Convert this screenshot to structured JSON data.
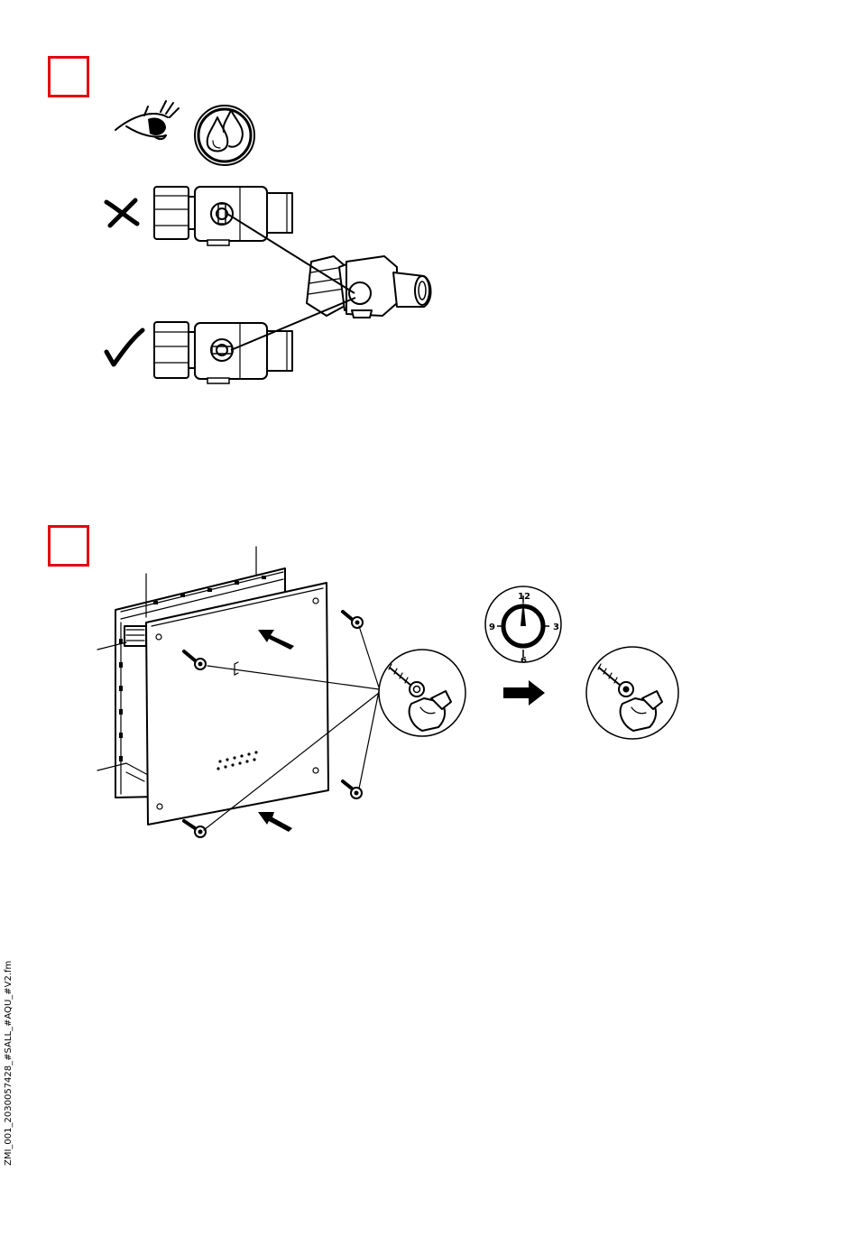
{
  "step1": {
    "icons": [
      "inspect-eye-icon",
      "leak-check-drops-icon",
      "wrong-cross-icon",
      "correct-check-icon"
    ]
  },
  "step2": {
    "clock": {
      "labels": [
        "12",
        "3",
        "6",
        "9"
      ],
      "hand_position": "12"
    },
    "icons": [
      "screw-icon",
      "hand-tightening-icon",
      "right-arrow-icon",
      "push-arrow-icon"
    ]
  },
  "footer": {
    "doc_id": "ZMI_001_2030057428_#SALL_#AQU_#V2.fm"
  },
  "colors": {
    "step_frame": "#e30613",
    "line": "#000000",
    "background": "#ffffff"
  }
}
